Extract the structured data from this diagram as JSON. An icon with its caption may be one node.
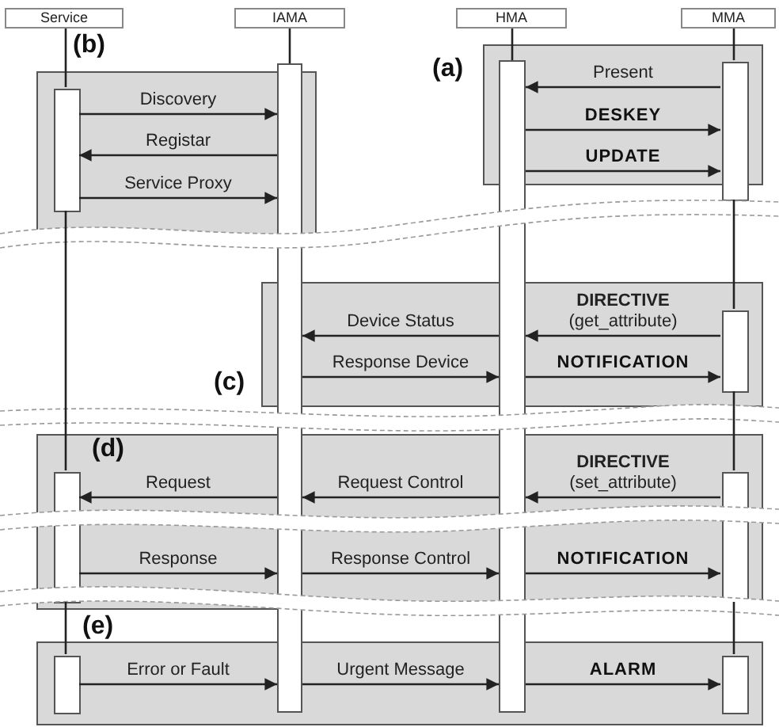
{
  "diagram": {
    "nodes": [
      {
        "text": [
          "Service"
        ]
      },
      {
        "text": [
          "IAMA"
        ]
      },
      {
        "text": [
          "HMA"
        ]
      },
      {
        "text": [
          "MMA"
        ]
      },
      {
        "text": [
          "(b)"
        ]
      },
      {
        "text": [
          "(a)"
        ]
      },
      {
        "text": [
          "(c)"
        ]
      },
      {
        "text": [
          "(d)"
        ]
      },
      {
        "text": [
          "(e)"
        ]
      },
      {
        "text": [],
        "shape": "bar",
        "in": 4
      },
      {
        "text": [],
        "shape": "bar",
        "in": 5
      },
      {
        "text": [],
        "shape": "bar"
      },
      {
        "text": [],
        "shape": "bar"
      },
      {
        "text": [],
        "shape": "bar",
        "in": 6
      },
      {
        "text": [],
        "shape": "bar",
        "in": 7
      },
      {
        "text": [],
        "shape": "bar",
        "in": 7
      },
      {
        "text": [],
        "shape": "bar",
        "in": 8
      },
      {
        "text": [],
        "shape": "bar",
        "in": 8
      }
    ],
    "edges": [
      {
        "from": 10,
        "to": 12,
        "arrow": "to",
        "label": "Present"
      },
      {
        "from": 12,
        "to": 10,
        "arrow": "to",
        "label": "DESKEY"
      },
      {
        "from": 12,
        "to": 10,
        "arrow": "to",
        "label": "UPDATE"
      },
      {
        "from": 9,
        "to": 11,
        "arrow": "to",
        "label": "Discovery"
      },
      {
        "from": 11,
        "to": 9,
        "arrow": "to",
        "label": "Registar"
      },
      {
        "from": 9,
        "to": 11,
        "arrow": "to",
        "label": "Service Proxy"
      },
      {
        "from": 13,
        "to": 12,
        "arrow": "to",
        "label": "**DIRECTIVE** (get_attribute)"
      },
      {
        "from": 12,
        "to": 11,
        "arrow": "to",
        "label": "Device Status"
      },
      {
        "from": 11,
        "to": 12,
        "arrow": "to",
        "label": "Response Device"
      },
      {
        "from": 12,
        "to": 13,
        "arrow": "to",
        "label": "NOTIFICATION"
      },
      {
        "from": 15,
        "to": 12,
        "arrow": "to",
        "label": "**DIRECTIVE** (set_attribute)"
      },
      {
        "from": 12,
        "to": 11,
        "arrow": "to",
        "label": "Request Control"
      },
      {
        "from": 11,
        "to": 14,
        "arrow": "to",
        "label": "Request"
      },
      {
        "from": 14,
        "to": 11,
        "arrow": "to",
        "label": "Response"
      },
      {
        "from": 11,
        "to": 12,
        "arrow": "to",
        "label": "Response Control"
      },
      {
        "from": 12,
        "to": 15,
        "arrow": "to",
        "label": "NOTIFICATION"
      },
      {
        "from": 16,
        "to": 11,
        "arrow": "to",
        "label": "Error or Fault"
      },
      {
        "from": 11,
        "to": 12,
        "arrow": "to",
        "label": "Urgent Message"
      },
      {
        "from": 12,
        "to": 17,
        "arrow": "to",
        "label": "ALARM"
      },
      {
        "from": 0,
        "to": 9,
        "arrow": "none"
      },
      {
        "from": 9,
        "to": 14,
        "arrow": "none"
      },
      {
        "from": 14,
        "to": 16,
        "arrow": "none"
      },
      {
        "from": 1,
        "to": 11,
        "arrow": "none"
      },
      {
        "from": 2,
        "to": 12,
        "arrow": "none"
      },
      {
        "from": 3,
        "to": 10,
        "arrow": "none"
      },
      {
        "from": 10,
        "to": 13,
        "arrow": "none"
      },
      {
        "from": 13,
        "to": 15,
        "arrow": "none"
      },
      {
        "from": 15,
        "to": 17,
        "arrow": "none"
      }
    ]
  }
}
